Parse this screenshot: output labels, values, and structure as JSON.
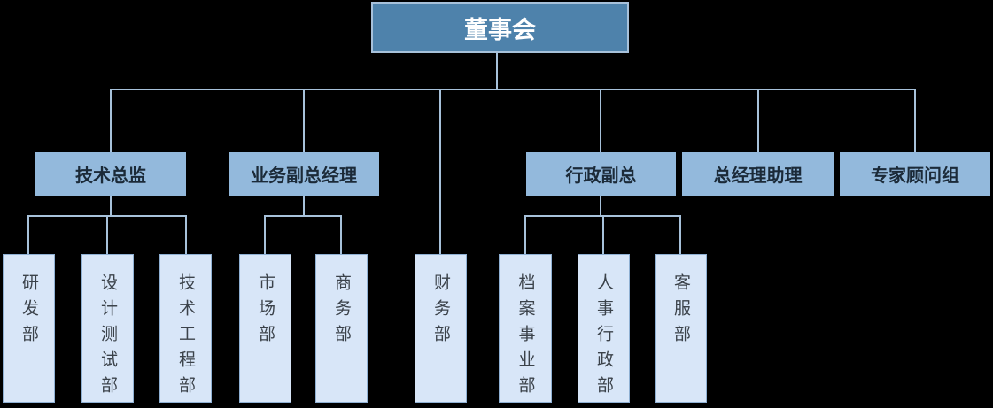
{
  "colors": {
    "bg": "#000000",
    "root_fill": "#4e82ab",
    "root_border": "#a7c1da",
    "root_text": "#ffffff",
    "l2_fill": "#93b9dc",
    "l2_text": "#1b2a38",
    "l3_fill": "#d8e6f8",
    "l3_border": "#8fb0d3",
    "l3_text": "#3b424a",
    "line": "#a7c1da"
  },
  "tree": {
    "root": {
      "label": "董事会"
    },
    "branches": [
      {
        "label": "技术总监",
        "departments": [
          "研发部",
          "设计测试部",
          "技术工程部"
        ]
      },
      {
        "label": "业务副总经理",
        "departments": [
          "市场部",
          "商务部"
        ]
      },
      {
        "label": "行政副总",
        "departments": [
          "档案事业部",
          "人事行政部",
          "客服部"
        ]
      },
      {
        "label": "总经理助理",
        "departments": []
      },
      {
        "label": "专家顾问组",
        "departments": []
      }
    ],
    "direct_departments": [
      "财务部"
    ]
  }
}
